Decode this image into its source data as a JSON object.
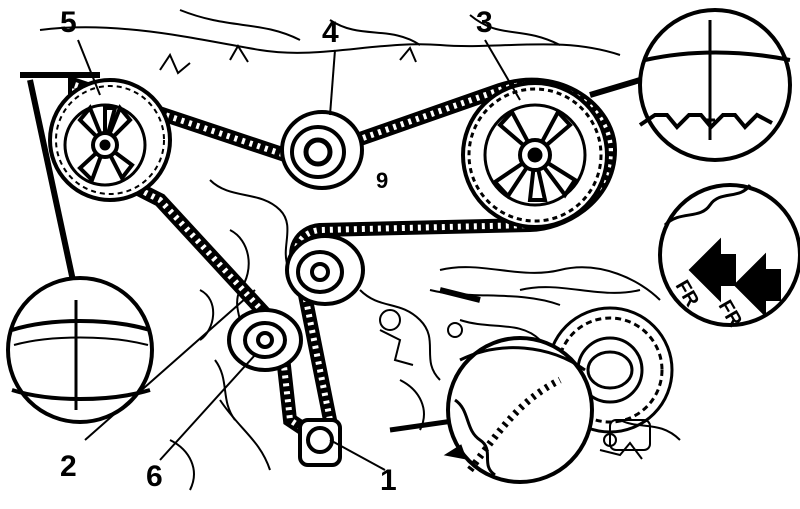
{
  "callouts": [
    {
      "id": "1",
      "label": "1"
    },
    {
      "id": "2",
      "label": "2"
    },
    {
      "id": "3",
      "label": "3"
    },
    {
      "id": "4",
      "label": "4"
    },
    {
      "id": "5",
      "label": "5"
    },
    {
      "id": "6",
      "label": "6"
    },
    {
      "id": "9",
      "label": "9"
    }
  ],
  "direction_marker": {
    "text": "FR"
  },
  "colors": {
    "ink": "#000000",
    "paper": "#ffffff"
  }
}
